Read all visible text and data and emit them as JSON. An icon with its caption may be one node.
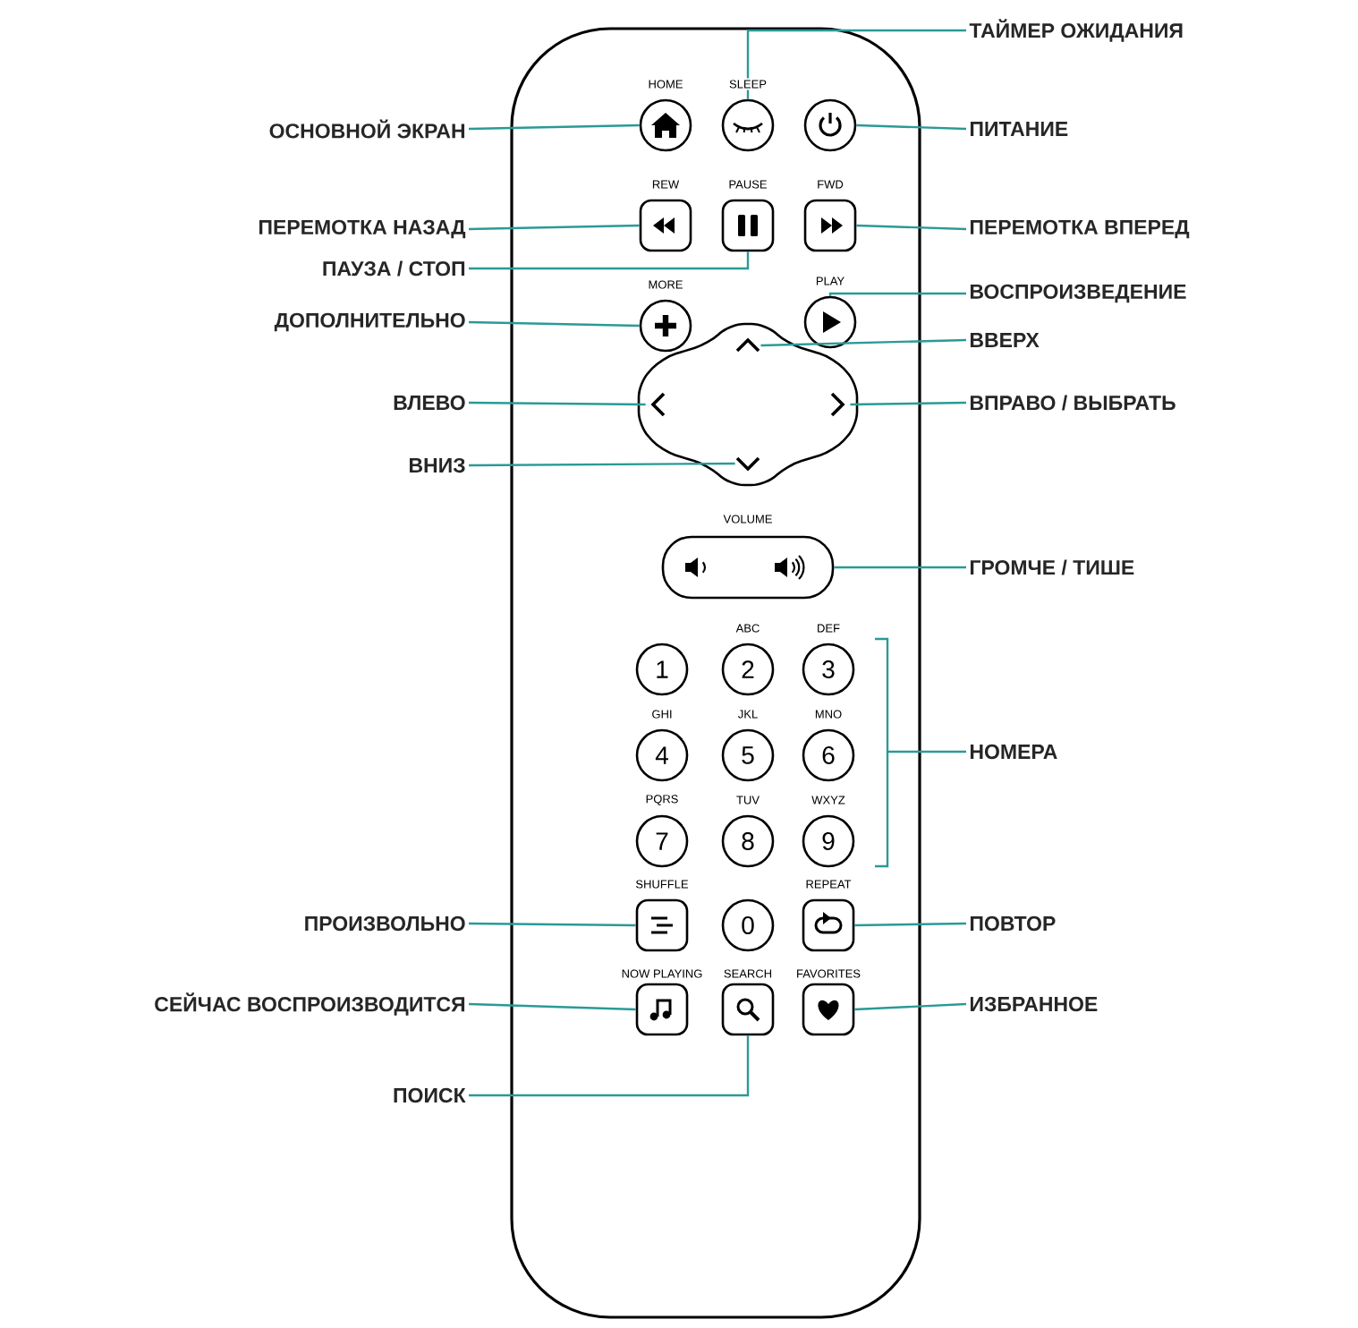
{
  "diagram": {
    "nodes": [
      {
        "text": [
          "ТАЙМЕР ОЖИДАНИЯ"
        ]
      },
      {
        "text": [
          "ОСНОВНОЙ ЭКРАН"
        ]
      },
      {
        "text": [
          "ПИТАНИЕ"
        ]
      },
      {
        "text": [
          "ПЕРЕМОТКА НАЗАД"
        ]
      },
      {
        "text": [
          "ПЕРЕМОТКА ВПЕРЕД"
        ]
      },
      {
        "text": [
          "ПАУЗА / СТОП"
        ]
      },
      {
        "text": [
          "ВОСПРОИЗВЕДЕНИЕ"
        ]
      },
      {
        "text": [
          "ДОПОЛНИТЕЛЬНО"
        ]
      },
      {
        "text": [
          "ВВЕРХ"
        ]
      },
      {
        "text": [
          "ВЛЕВО"
        ]
      },
      {
        "text": [
          "ВПРАВО / ВЫБРАТЬ"
        ]
      },
      {
        "text": [
          "ВНИЗ"
        ]
      },
      {
        "text": [
          "ГРОМЧЕ / ТИШЕ"
        ]
      },
      {
        "text": [
          "НОМЕРА"
        ]
      },
      {
        "text": [
          "ПРОИЗВОЛЬНО"
        ]
      },
      {
        "text": [
          "ПОВТОР"
        ]
      },
      {
        "text": [
          "СЕЙЧАС ВОСПРОИЗВОДИТСЯ"
        ]
      },
      {
        "text": [
          "ИЗБРАННОЕ"
        ]
      },
      {
        "text": [
          "ПОИСК"
        ]
      },
      {
        "text": [],
        "shape": "circle",
        "beside": [
          "HOME"
        ]
      },
      {
        "text": [],
        "shape": "circle",
        "beside": [
          "SLEEP"
        ]
      },
      {
        "text": [],
        "shape": "circle"
      },
      {
        "text": [],
        "shape": "box",
        "beside": [
          "REW"
        ]
      },
      {
        "text": [],
        "shape": "box",
        "beside": [
          "PAUSE"
        ]
      },
      {
        "text": [],
        "shape": "box",
        "beside": [
          "FWD"
        ]
      },
      {
        "text": [],
        "shape": "circle",
        "beside": [
          "MORE"
        ]
      },
      {
        "text": [],
        "shape": "circle",
        "beside": [
          "PLAY"
        ]
      },
      {
        "text": [],
        "shape": "cross"
      },
      {
        "text": [],
        "shape": "chevron",
        "in": 27
      },
      {
        "text": [],
        "shape": "chevron",
        "in": 27
      },
      {
        "text": [],
        "shape": "chevron",
        "in": 27
      },
      {
        "text": [],
        "shape": "chevron",
        "in": 27
      },
      {
        "text": [],
        "shape": "pill",
        "beside": [
          "VOLUME"
        ]
      },
      {
        "text": [
          "1"
        ]
      },
      {
        "text": [
          "2"
        ],
        "beside": [
          "ABC"
        ]
      },
      {
        "text": [
          "3"
        ],
        "beside": [
          "DEF"
        ]
      },
      {
        "text": [
          "4"
        ],
        "beside": [
          "GHI"
        ]
      },
      {
        "text": [
          "5"
        ],
        "beside": [
          "JKL"
        ]
      },
      {
        "text": [
          "6"
        ],
        "beside": [
          "MNO"
        ]
      },
      {
        "text": [
          "7"
        ],
        "beside": [
          "PQRS"
        ]
      },
      {
        "text": [
          "8"
        ],
        "beside": [
          "TUV"
        ]
      },
      {
        "text": [
          "9"
        ],
        "beside": [
          "WXYZ"
        ]
      },
      {
        "text": [],
        "shape": "box",
        "beside": [
          "SHUFFLE"
        ]
      },
      {
        "text": [
          "0"
        ]
      },
      {
        "text": [],
        "shape": "box",
        "beside": [
          "REPEAT"
        ]
      },
      {
        "text": [],
        "shape": "box",
        "beside": [
          "NOW PLAYING"
        ]
      },
      {
        "text": [],
        "shape": "box",
        "beside": [
          "SEARCH"
        ]
      },
      {
        "text": [],
        "shape": "box",
        "beside": [
          "FAVORITES"
        ]
      }
    ],
    "edges": [
      {
        "from": 0,
        "to": 20,
        "arrow": "none"
      },
      {
        "from": 1,
        "to": 19,
        "arrow": "none"
      },
      {
        "from": 2,
        "to": 21,
        "arrow": "none"
      },
      {
        "from": 3,
        "to": 22,
        "arrow": "none"
      },
      {
        "from": 4,
        "to": 24,
        "arrow": "none"
      },
      {
        "from": 5,
        "to": 23,
        "arrow": "none"
      },
      {
        "from": 6,
        "to": 26,
        "arrow": "none"
      },
      {
        "from": 7,
        "to": 25,
        "arrow": "none"
      },
      {
        "from": 8,
        "to": 28,
        "arrow": "none"
      },
      {
        "from": 9,
        "to": 29,
        "arrow": "none"
      },
      {
        "from": 10,
        "to": 30,
        "arrow": "none"
      },
      {
        "from": 11,
        "to": 31,
        "arrow": "none"
      },
      {
        "from": 12,
        "to": 32,
        "arrow": "none"
      },
      {
        "from": 13,
        "to": null,
        "arrow": "none"
      },
      {
        "from": 14,
        "to": 42,
        "arrow": "none"
      },
      {
        "from": 15,
        "to": 44,
        "arrow": "none"
      },
      {
        "from": 16,
        "to": 45,
        "arrow": "none"
      },
      {
        "from": 17,
        "to": 47,
        "arrow": "none"
      },
      {
        "from": 18,
        "to": 46,
        "arrow": "none"
      }
    ]
  }
}
